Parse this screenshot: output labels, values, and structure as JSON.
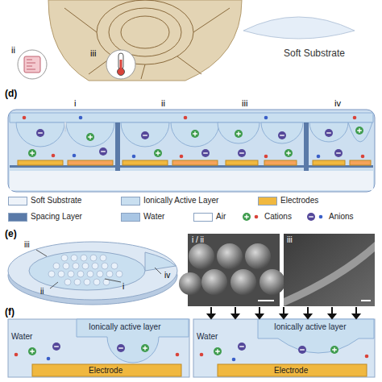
{
  "diagram": {
    "labels": [
      "ii",
      "iii",
      "Soft Substrate",
      "(d)",
      "i",
      "ii",
      "iii",
      "iv",
      "(e)",
      "iii",
      "ii",
      "iv",
      "i",
      "i / ii",
      "iii",
      "(f)",
      "Ionically active layer",
      "Water",
      "Electrode",
      "Ionically active layer",
      "Water",
      "Electrode"
    ],
    "legend": [
      {
        "text": "Soft Substrate",
        "color": "#eef3f9"
      },
      {
        "text": "Ionically Active Layer",
        "color": "#c9dff0"
      },
      {
        "text": "Electrodes",
        "color": "#f0b840"
      },
      {
        "text": "Spacing Layer",
        "color": "#5a7aa8"
      },
      {
        "text": "Water",
        "color": "#a9c6e4"
      },
      {
        "text": "Air",
        "color": "#ffffff"
      },
      {
        "text": "Cations"
      },
      {
        "text": "Anions"
      }
    ]
  }
}
